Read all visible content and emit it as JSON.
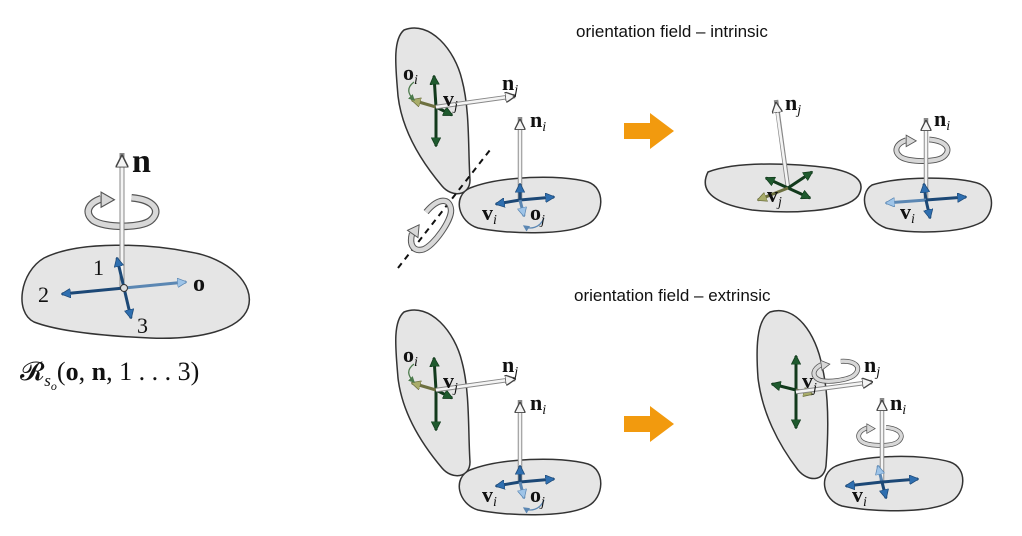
{
  "headings": {
    "intrinsic": "orientation field – intrinsic",
    "extrinsic": "orientation field – extrinsic"
  },
  "left": {
    "normal_label": "n",
    "tangent_label": "o",
    "index_1": "1",
    "index_2": "2",
    "index_3": "3",
    "caption": {
      "script_r": "𝓡",
      "sub_s": "s",
      "sub_o": "o",
      "open": "(",
      "o": "o",
      "comma1": ", ",
      "n": "n",
      "comma2": ", 1 . . . 3",
      "close": ")"
    }
  },
  "symbols": {
    "o": "o",
    "n": "n",
    "v": "v",
    "i": "i",
    "j": "j"
  },
  "colors": {
    "patch_fill": "#e5e5e5",
    "outline": "#333333",
    "dark_blue": "#2f6fb0",
    "light_blue": "#9ec4e8",
    "dark_green": "#1f5a2e",
    "olive": "#a9ad6a",
    "orange": "#f29a0e",
    "normal_arrow": "#f4f4f4",
    "rotation_arrow": "#d8d8d8"
  },
  "icons": [
    "rotation-arrow-icon",
    "transition-arrow-icon",
    "separation-line"
  ]
}
